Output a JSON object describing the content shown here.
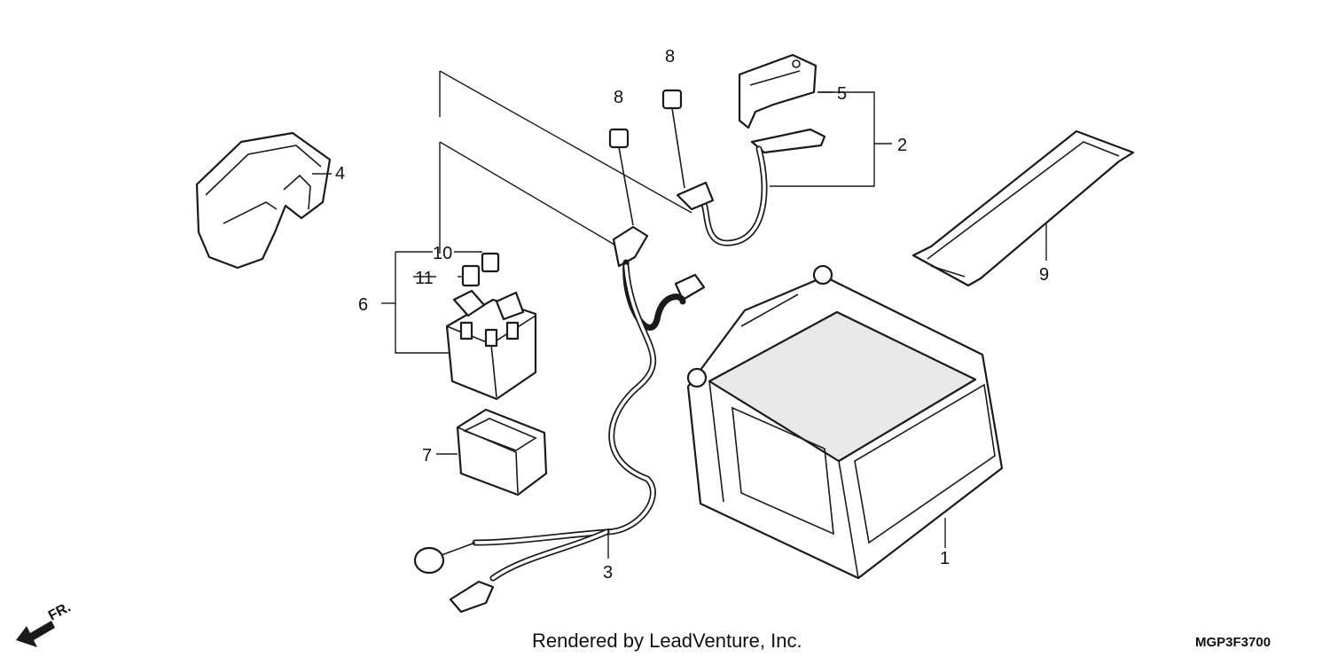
{
  "diagram": {
    "callouts": {
      "c1": "1",
      "c2": "2",
      "c3": "3",
      "c4": "4",
      "c5": "5",
      "c6": "6",
      "c7": "7",
      "c8a": "8",
      "c8b": "8",
      "c9": "9",
      "c10": "10",
      "c11": "11"
    },
    "front_arrow_label": "FR."
  },
  "footer": {
    "credit": "Rendered by LeadVenture, Inc.",
    "code": "MGP3F3700"
  }
}
